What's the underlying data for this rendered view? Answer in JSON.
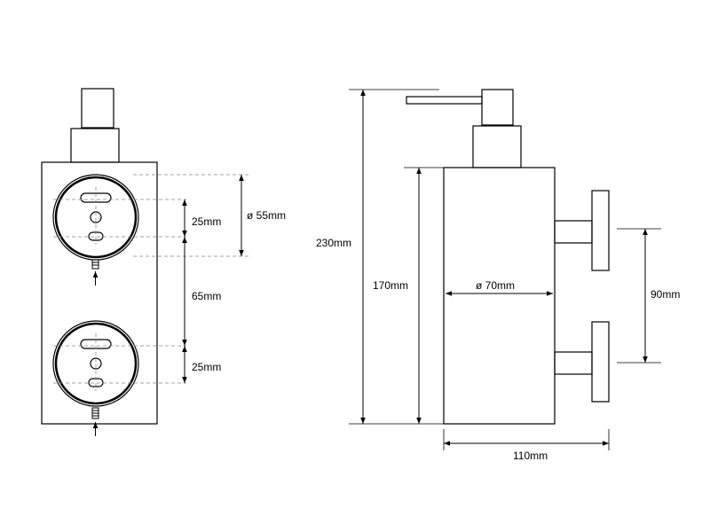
{
  "drawing": {
    "front_view": {
      "dim_upper_spacing": "25mm",
      "dim_fixing_distance": "65mm",
      "dim_lower_spacing": "25mm",
      "dim_plate_diameter": "ø 55mm"
    },
    "side_view": {
      "dim_total_height": "230mm",
      "dim_body_height": "170mm",
      "dim_body_diameter": "ø 70mm",
      "dim_bracket_spacing": "90mm",
      "dim_depth": "110mm"
    }
  },
  "colors": {
    "line": "#000000",
    "hidden_line": "#888888"
  }
}
